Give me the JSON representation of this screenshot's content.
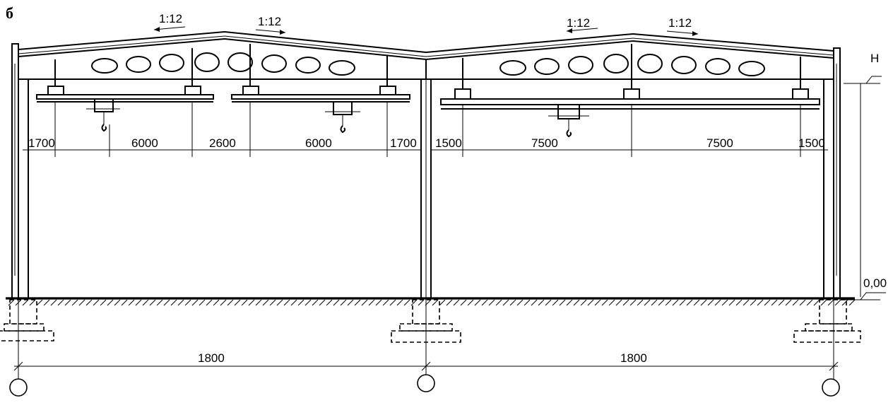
{
  "figure_label": "б",
  "slopes": [
    "1:12",
    "1:12",
    "1:12",
    "1:12"
  ],
  "span_left_dims": [
    "1700",
    "6000",
    "2600",
    "6000",
    "1700"
  ],
  "span_right_dims": [
    "1500",
    "7500",
    "7500",
    "1500"
  ],
  "height_mark": "H",
  "level_mark": "0,00",
  "bay_dims": [
    "1800",
    "1800"
  ]
}
